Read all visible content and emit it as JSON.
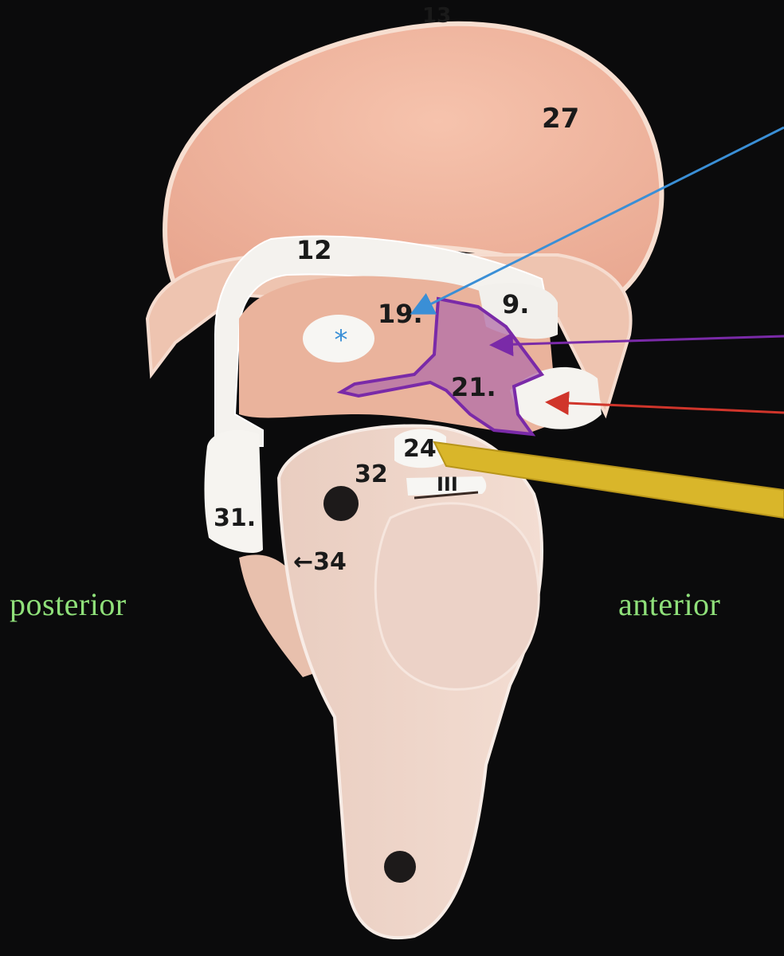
{
  "orientation": {
    "posterior": "posterior",
    "anterior": "anterior"
  },
  "model_labels": {
    "top_partial": "13",
    "cerebrum": "27",
    "corpus_callosum": "12",
    "fornix_region": "9.",
    "thalamus": "19.",
    "hypothalamus": "21.",
    "mammillary": "24",
    "cerebral_peduncle_label": "32",
    "pons_label": "III",
    "cerebellum_label": "31.",
    "brainstem_label": "←34",
    "interthalamic_marker": "*"
  },
  "colors": {
    "background": "#0b0b0c",
    "orientation_text": "#8fe07a",
    "arrow_blue": "#3a8fd6",
    "arrow_purple": "#7a2aa8",
    "arrow_red": "#d0352b",
    "highlight_fill": "#b26ea8",
    "pointer_yellow": "#d9b62a"
  }
}
